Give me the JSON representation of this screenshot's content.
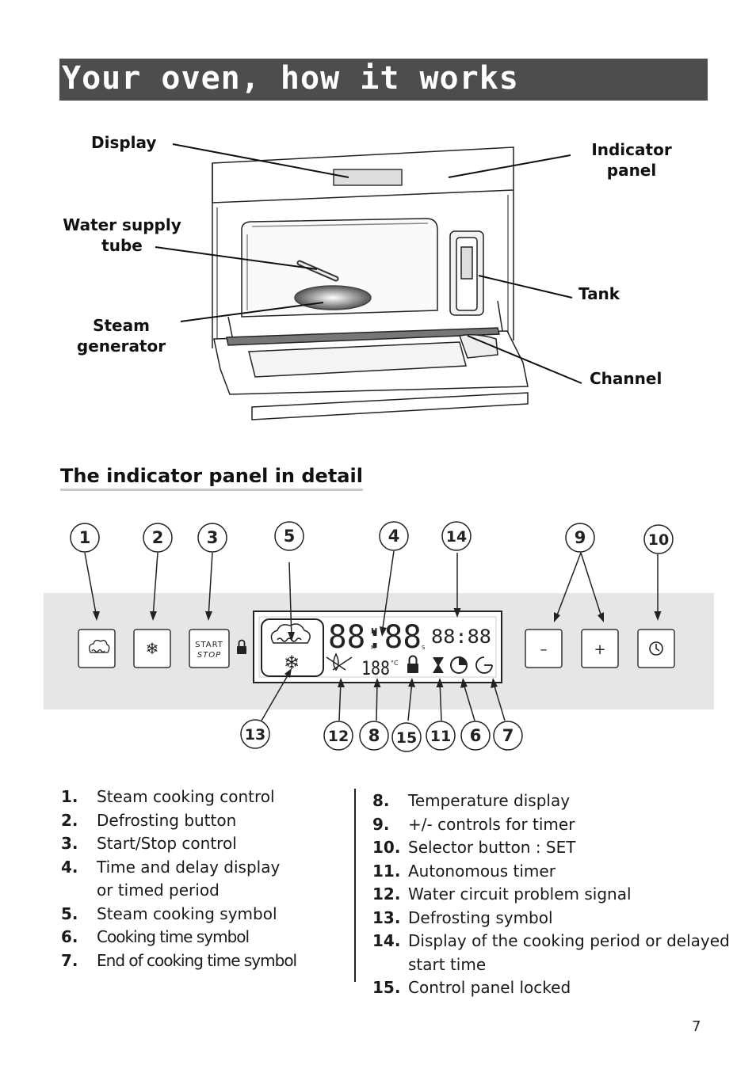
{
  "title": "Your oven, how it works",
  "oven_labels": {
    "display": "Display",
    "indicator_panel_line1": "Indicator",
    "indicator_panel_line2": "panel",
    "water_supply_line1": "Water supply",
    "water_supply_line2": "tube",
    "tank": "Tank",
    "steam_generator_line1": "Steam",
    "steam_generator_line2": "generator",
    "channel": "Channel"
  },
  "subheading": "The indicator panel in detail",
  "panel": {
    "callout_numbers": [
      "1",
      "2",
      "3",
      "5",
      "4",
      "14",
      "9",
      "10",
      "13",
      "12",
      "8",
      "15",
      "11",
      "6",
      "7"
    ],
    "start_label": "START",
    "stop_label": "STOP",
    "minus_label": "–",
    "plus_label": "+",
    "time_digits": "88:88",
    "small_digits": "88:88",
    "temp_digits": "188",
    "hour_marker": "H",
    "minute_marker": "M",
    "second_marker": "S",
    "celsius_marker": "°C",
    "icons": [
      "steam-cloud-icon",
      "snowflake-icon",
      "lock-icon",
      "clock-icon",
      "hourglass-icon",
      "cooking-time-icon",
      "end-time-icon",
      "water-drop-icon"
    ]
  },
  "legend_left": [
    {
      "num": "1.",
      "text": "Steam cooking control"
    },
    {
      "num": "2.",
      "text": "Defrosting button"
    },
    {
      "num": "3.",
      "text": "Start/Stop control"
    },
    {
      "num": "4.",
      "text": "Time and delay display"
    },
    {
      "num": "",
      "text": "or timed period"
    },
    {
      "num": "5.",
      "text": "Steam cooking symbol"
    },
    {
      "num": "6.",
      "text": "Cooking time symbol"
    },
    {
      "num": "7.",
      "text": "End of cooking time symbol"
    }
  ],
  "legend_right": [
    {
      "num": "8.",
      "text": "Temperature display"
    },
    {
      "num": "9.",
      "text": "+/- controls for timer"
    },
    {
      "num": "10.",
      "text": "Selector button : SET"
    },
    {
      "num": "11.",
      "text": "Autonomous timer"
    },
    {
      "num": "12.",
      "text": "Water circuit problem signal"
    },
    {
      "num": "13.",
      "text": "Defrosting symbol"
    },
    {
      "num": "14.",
      "text": "Display of the cooking period or delayed"
    },
    {
      "num": "",
      "text": "start time"
    },
    {
      "num": "15.",
      "text": "Control panel locked"
    }
  ],
  "page_number": "7"
}
